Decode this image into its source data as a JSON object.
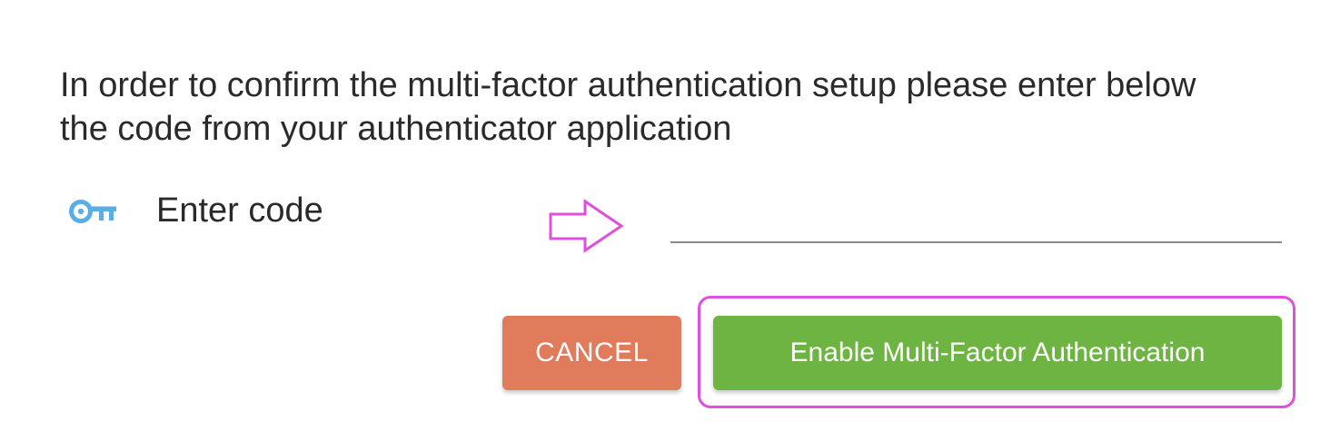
{
  "instructions": "In order to confirm the multi-factor authentication setup please enter below the code from your authenticator application",
  "code_field": {
    "label": "Enter code",
    "value": "",
    "icon": "key-icon"
  },
  "buttons": {
    "cancel_label": "CANCEL",
    "enable_label": "Enable Multi-Factor Authentication"
  },
  "annotations": {
    "arrow_icon": "right-arrow-outline-icon",
    "highlight_color": "#e04fe0"
  },
  "colors": {
    "key_icon": "#5aaee6",
    "cancel_button": "#e07b5c",
    "enable_button": "#6db443"
  }
}
